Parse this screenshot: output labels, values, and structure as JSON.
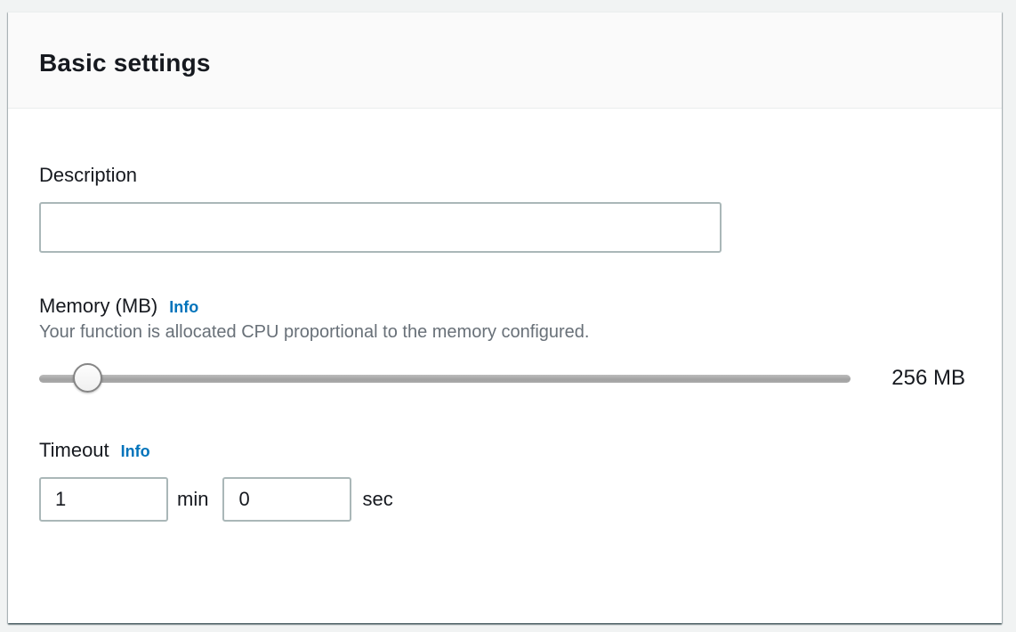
{
  "panel": {
    "title": "Basic settings"
  },
  "description": {
    "label": "Description",
    "value": "",
    "placeholder": ""
  },
  "memory": {
    "label": "Memory (MB)",
    "info_label": "Info",
    "help_text": "Your function is allocated CPU proportional to the memory configured.",
    "value_display": "256 MB",
    "slider_percent": 6
  },
  "timeout": {
    "label": "Timeout",
    "info_label": "Info",
    "minutes_value": "1",
    "minutes_unit": "min",
    "seconds_value": "0",
    "seconds_unit": "sec"
  },
  "colors": {
    "link": "#0073bb",
    "heading": "#16191f",
    "help_text": "#687078",
    "header_bg": "#fafafa",
    "page_bg": "#f1f3f3"
  }
}
